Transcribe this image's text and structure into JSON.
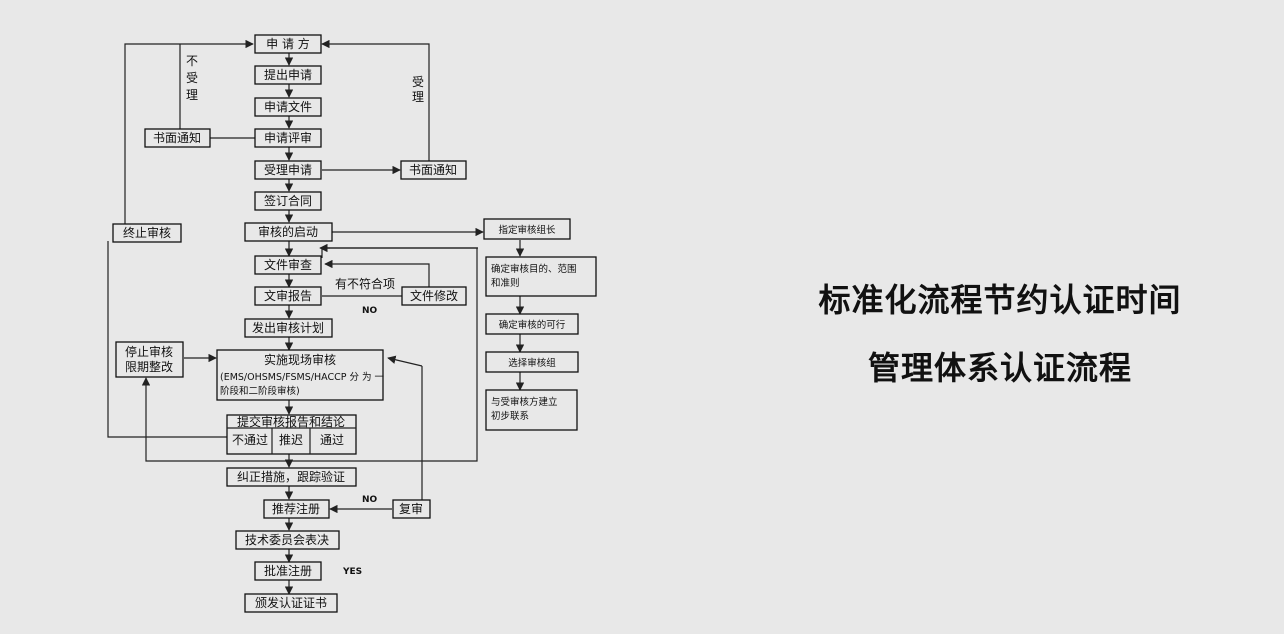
{
  "titles": {
    "line1": "标准化流程节约认证时间",
    "line2": "管理体系认证流程"
  },
  "nodes": {
    "applicant": "申 请 方",
    "submit_application": "提出申请",
    "application_docs": "申请文件",
    "application_review": "申请评审",
    "accept_application": "受理申请",
    "sign_contract": "签订合同",
    "audit_start": "审核的启动",
    "doc_review": "文件审查",
    "doc_report": "文审报告",
    "issue_audit_plan": "发出审核计划",
    "onsite_audit_title": "实施现场审核",
    "onsite_audit_line2": "(EMS/OHSMS/FSMS/HACCP 分 为 一",
    "onsite_audit_line3": "阶段和二阶段审核)",
    "submit_report": "提交审核报告和结论",
    "result_fail": "不通过",
    "result_delay": "推迟",
    "result_pass": "通过",
    "corrective_action": "纠正措施，跟踪验证",
    "recommend_registration": "推荐注册",
    "technical_committee": "技术委员会表决",
    "approve_registration": "批准注册",
    "issue_certificate": "颁发认证证书",
    "written_notice_left": "书面通知",
    "written_notice_right": "书面通知",
    "terminate_audit": "终止审核",
    "suspend_line1": "停止审核",
    "suspend_line2": "限期整改",
    "doc_revision": "文件修改",
    "re_audit": "复审",
    "assign_leader": "指定审核组长",
    "determine_scope_line1": "确定审核目的、范围",
    "determine_scope_line2": "和准则",
    "feasibility": "确定审核的可行",
    "select_team": "选择审核组",
    "contact_line1": "与受审核方建立",
    "contact_line2": "初步联系"
  },
  "labels": {
    "not_accept_1": "不",
    "not_accept_2": "受",
    "not_accept_3": "理",
    "accept_1": "受",
    "accept_2": "理",
    "nonconformity": "有不符合项",
    "no_1": "NO",
    "no_2": "NO",
    "yes": "YES"
  }
}
